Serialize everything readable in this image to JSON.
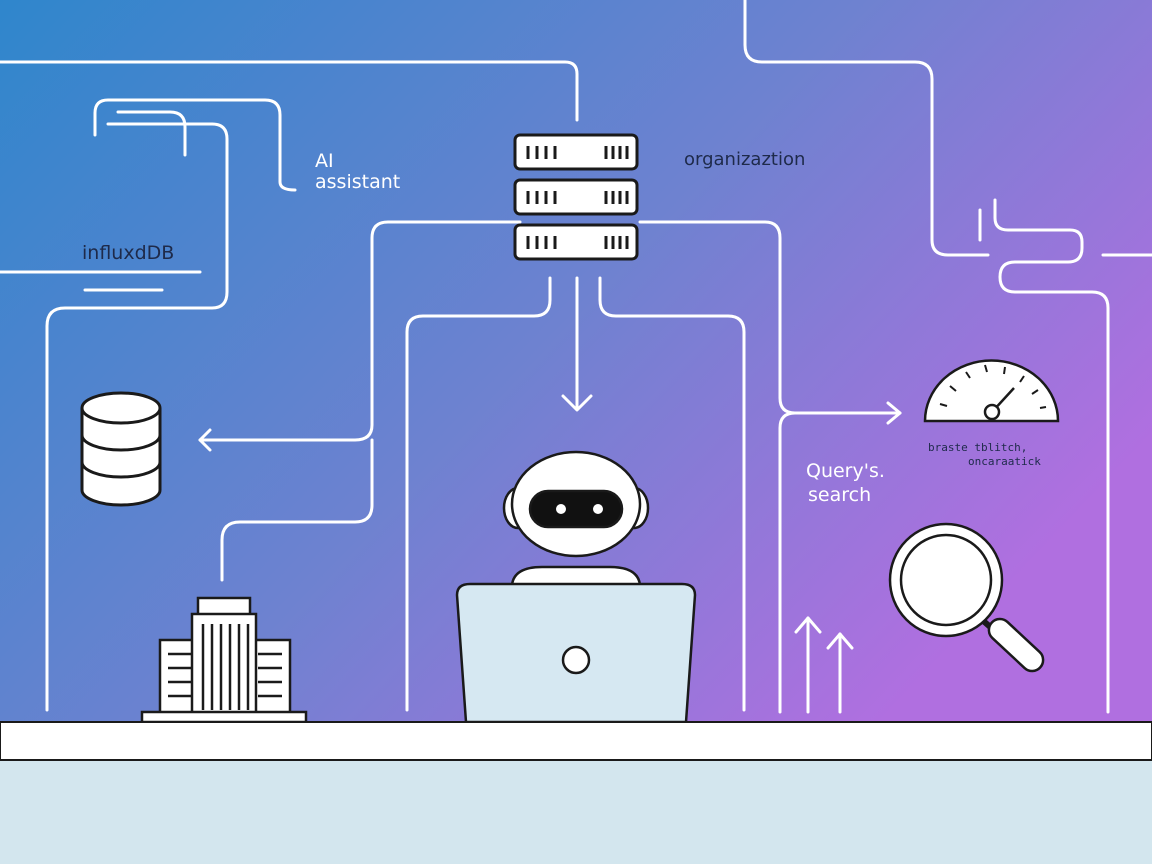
{
  "labels": {
    "ai_assistant_line1": "AI",
    "ai_assistant_line2": "assistant",
    "organization": "organizaztion",
    "influxdb": "influxdDB",
    "query_line1": "Query's.",
    "query_line2": "search",
    "gauge_caption_line1": "braste tblitch,",
    "gauge_caption_line2": "oncaraatick"
  },
  "colors": {
    "gradient_left": "#2f86cc",
    "gradient_mid": "#6e82d0",
    "gradient_right": "#b06fe0",
    "line": "#ffffff",
    "outline": "#1a1a1a",
    "laptop_fill": "#d6e8f2",
    "desk_top": "#ffffff",
    "desk_front": "#d3e6ee"
  },
  "icons": [
    "server-rack-icon",
    "database-icon",
    "building-icon",
    "robot-icon",
    "laptop-icon",
    "gauge-icon",
    "magnifier-icon",
    "up-arrows-icon"
  ]
}
